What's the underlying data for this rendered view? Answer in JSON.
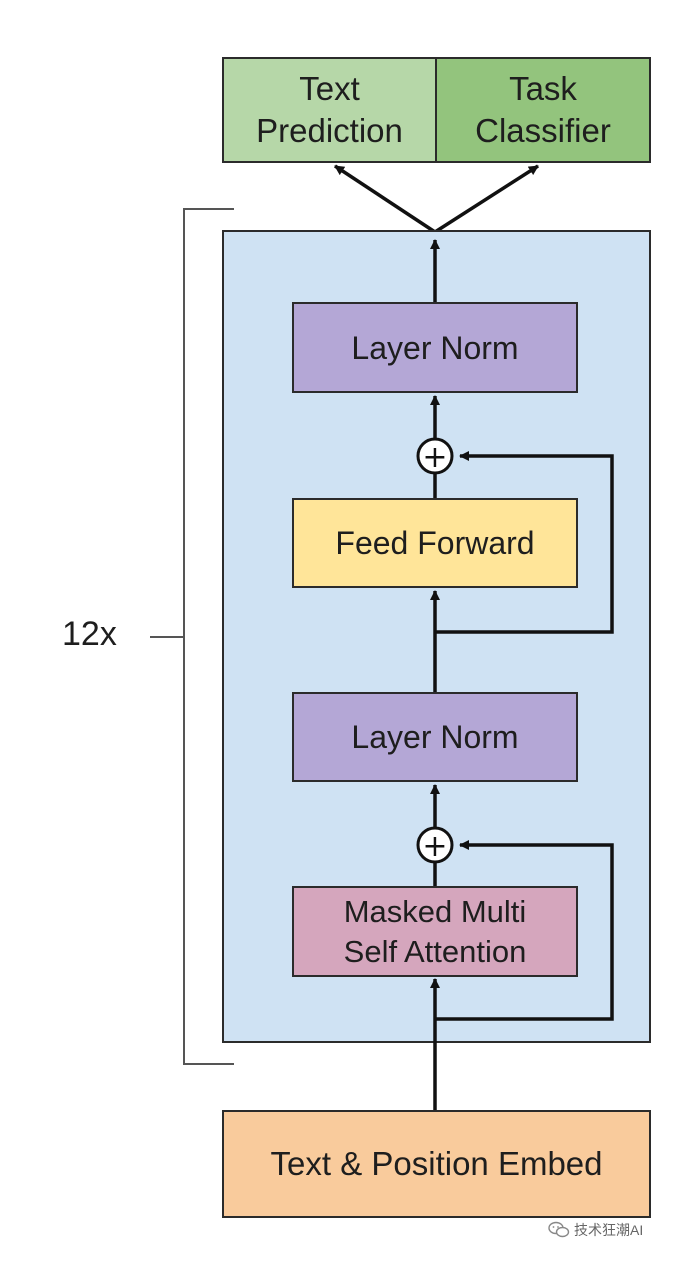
{
  "diagram": {
    "outputs": {
      "text_prediction": [
        "Text",
        "Prediction"
      ],
      "task_classifier": [
        "Task",
        "Classifier"
      ]
    },
    "block": {
      "layer_norm_top": "Layer Norm",
      "feed_forward": "Feed Forward",
      "layer_norm_bottom": "Layer Norm",
      "masked_attention": [
        "Masked Multi",
        "Self Attention"
      ],
      "add_symbol": "+"
    },
    "repeat_label": "12x",
    "input": "Text & Position Embed"
  },
  "watermark": {
    "icon": "wechat-icon",
    "text": "技术狂潮AI"
  },
  "colors": {
    "text_prediction": "#b6d7a8",
    "task_classifier": "#93c47d",
    "block_background": "#cfe2f3",
    "layer_norm": "#b4a7d6",
    "feed_forward": "#ffe599",
    "masked_attention": "#d5a6bd",
    "embed": "#f9cb9c"
  }
}
